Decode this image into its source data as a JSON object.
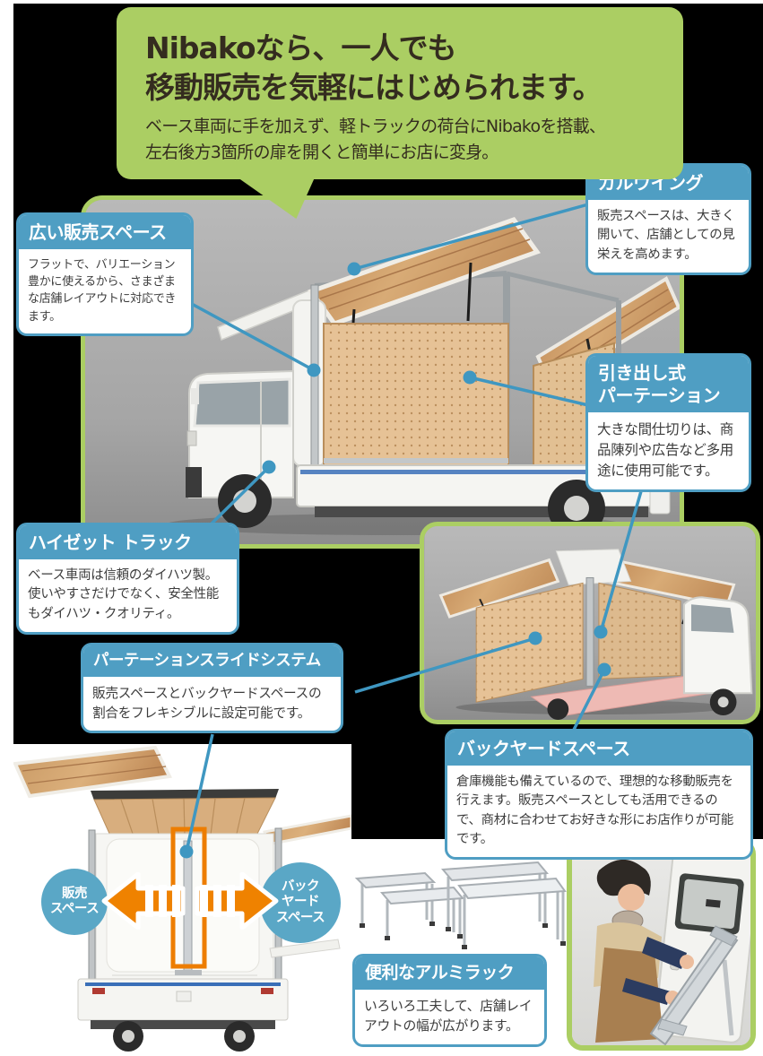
{
  "colors": {
    "banner_green": "#abce63",
    "callout_blue": "#4f9ec3",
    "leader_blue": "#3f97c1",
    "arrow_orange": "#ef8200",
    "bubble_blue": "#5aa7c6",
    "background_black": "#000000",
    "pink_floor": "#eebab4",
    "title_text": "#342c1f"
  },
  "banner": {
    "title_line1": "Nibakoなら、一人でも",
    "title_line2": "移動販売を気軽にはじめられます。",
    "subtitle_line1": "ベース車両に手を加えず、軽トラックの荷台にNibakoを搭載、",
    "subtitle_line2": "左右後方3箇所の扉を開くと簡単にお店に変身。"
  },
  "callouts": {
    "wide_space": {
      "title": "広い販売スペース",
      "body": "フラットで、バリエーション豊かに使えるから、さまざまな店舗レイアウトに対応できます。"
    },
    "gullwing": {
      "title": "ガルウイング",
      "body": "販売スペースは、大きく開いて、店舗としての見栄えを高めます。"
    },
    "pullout_partition": {
      "title_line1": "引き出し式",
      "title_line2": "パーテーション",
      "body": "大きな間仕切りは、商品陳列や広告など多用途に使用可能です。"
    },
    "hijet_truck": {
      "title": "ハイゼット トラック",
      "body": "ベース車両は信頼のダイハツ製。使いやすさだけでなく、安全性能もダイハツ・クオリティ。"
    },
    "partition_slide": {
      "title": "パーテーションスライドシステム",
      "body": "販売スペースとバックヤードスペースの割合をフレキシブルに設定可能です。"
    },
    "backyard_space": {
      "title": "バックヤードスペース",
      "body": "倉庫機能も備えているので、理想的な移動販売を行えます。販売スペースとしても活用できるので、商材に合わせてお好きな形にお店作りが可能です。"
    },
    "aluminum_rack": {
      "title": "便利なアルミラック",
      "body": "いろいろ工夫して、店舗レイアウトの幅が広がります。"
    }
  },
  "diagram_labels": {
    "sales_space": {
      "line1": "販売",
      "line2": "スペース"
    },
    "backyard": {
      "line1": "バック",
      "line2": "ヤード",
      "line3": "スペース"
    }
  }
}
